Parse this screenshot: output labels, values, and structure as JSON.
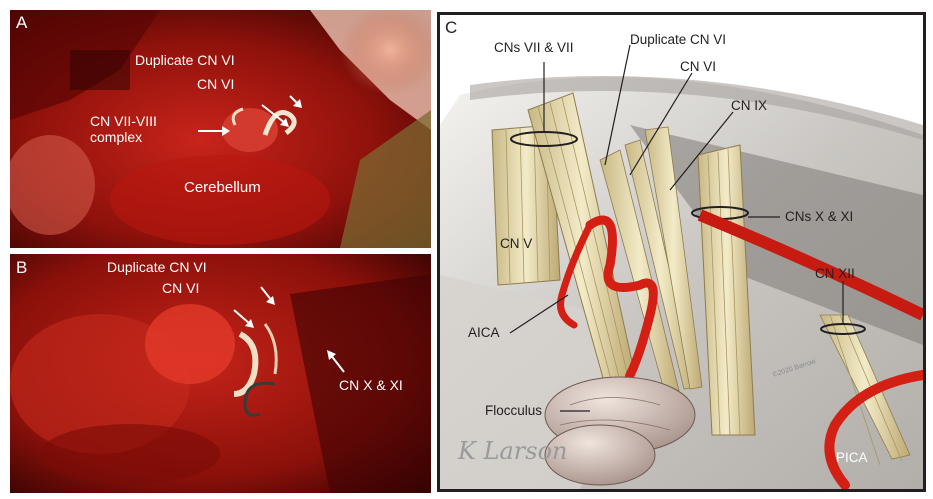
{
  "panel_a": {
    "letter": "A",
    "labels": {
      "duplicate_cn_vi": "Duplicate CN VI",
      "cn_vi": "CN VI",
      "cn_vii_viii_1": "CN VII-VIII",
      "cn_vii_viii_2": "complex",
      "cerebellum": "Cerebellum"
    }
  },
  "panel_b": {
    "letter": "B",
    "labels": {
      "duplicate_cn_vi": "Duplicate CN VI",
      "cn_vi": "CN VI",
      "cn_x_xi": "CN X & XI"
    }
  },
  "panel_c": {
    "letter": "C",
    "labels": {
      "cns_vii_vii": "CNs VII & VII",
      "duplicate_cn_vi": "Duplicate CN VI",
      "cn_vi": "CN VI",
      "cn_ix": "CN IX",
      "cns_x_xi": "CNs X & XI",
      "cn_v": "CN V",
      "cn_xii": "CN XII",
      "aica": "AICA",
      "flocculus": "Flocculus",
      "pica": "PICA"
    },
    "signature": "K Larson",
    "copyright": "©2020 Barrow"
  },
  "colors": {
    "photo_red": "#a8140c",
    "nerve": "#e8dcb0",
    "artery": "#d41f14",
    "frame": "#231f20"
  }
}
